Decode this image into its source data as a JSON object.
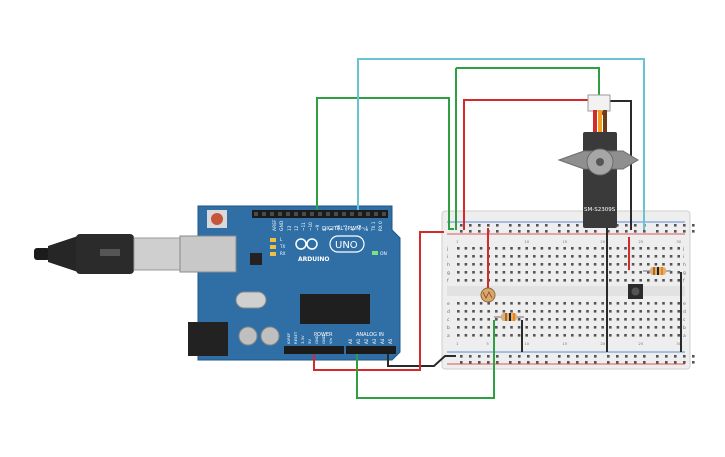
{
  "arduino": {
    "digital_header": "DIGITAL (PWM~)",
    "brand": "ARDUINO",
    "model": "UNO",
    "power_header": "POWER",
    "analog_header": "ANALOG IN",
    "led_l": "L",
    "led_tx": "TX",
    "led_rx": "RX",
    "led_on": "ON",
    "pin_aref": "AREF",
    "pin_gnd": "GND",
    "digital_pins": [
      "13",
      "12",
      "~11",
      "~10",
      "~9",
      "8",
      "7",
      "~6",
      "~5",
      "4",
      "~3",
      "2",
      "TX 1",
      "RX 0"
    ],
    "power_pins": [
      "IOREF",
      "RESET",
      "3.3V",
      "5V",
      "GND",
      "GND",
      "Vin"
    ],
    "analog_pins": [
      "A0",
      "A1",
      "A2",
      "A3",
      "A4",
      "A5"
    ]
  },
  "servo": {
    "model": "SM-S2309S"
  },
  "breadboard": {
    "row_letters_top": [
      "j",
      "i",
      "h",
      "g",
      "f"
    ],
    "row_letters_bottom": [
      "e",
      "d",
      "c",
      "b",
      "a"
    ],
    "column_numbers": [
      "1",
      "5",
      "10",
      "15",
      "20",
      "25",
      "30"
    ]
  },
  "colors": {
    "wire_green": "#2ea043",
    "wire_cyan": "#68c4d4",
    "wire_red": "#d42a2a",
    "wire_black": "#2a2a2a",
    "board": "#2f6fa6",
    "breadboard": "#eeeeee",
    "servo_body": "#3a3a3a"
  }
}
